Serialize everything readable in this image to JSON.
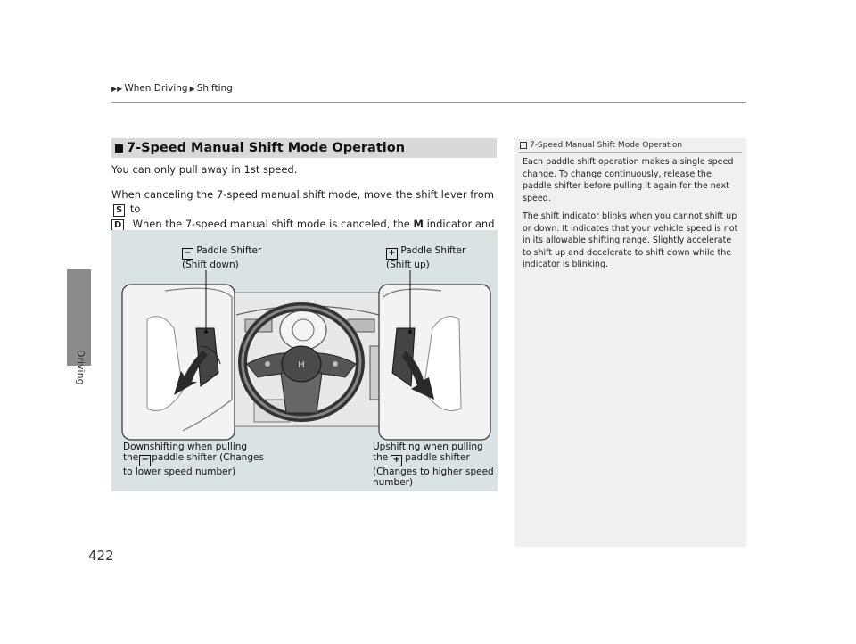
{
  "breadcrumb": [
    "When Driving",
    "Shifting"
  ],
  "sidebar": {
    "section": "Driving"
  },
  "page_number": "422",
  "section": {
    "title": "7-Speed Manual Shift Mode Operation",
    "p1": "You can only pull away in 1st speed.",
    "p2_a": "When canceling the 7-speed manual shift mode, move the shift lever from",
    "p2_key_s": "S",
    "p2_b": "to",
    "p2_key_d": "D",
    "p2_c": ". When the 7-speed manual shift mode is canceled, the",
    "p2_m": "M",
    "p2_d": "indicator and shift indicator will turn off."
  },
  "figure": {
    "left_top_label_1": "Paddle Shifter",
    "left_top_label_2": "(Shift down)",
    "right_top_label_1": "Paddle Shifter",
    "right_top_label_2": "(Shift up)",
    "left_bottom_1": "Downshifting when pulling",
    "left_bottom_2a": "the",
    "left_bottom_2b": "paddle shifter (Changes",
    "left_bottom_3": "to lower speed number)",
    "right_bottom_1": "Upshifting when pulling",
    "right_bottom_2a": "the",
    "right_bottom_2b": "paddle shifter",
    "right_bottom_3": "(Changes to higher speed",
    "right_bottom_4": "number)",
    "minus_symbol": "−",
    "plus_symbol": "+"
  },
  "note": {
    "title": "7-Speed Manual Shift Mode Operation",
    "para1": "Each paddle shift operation makes a single speed change. To change continuously, release the paddle shifter before pulling it again for the next speed.",
    "para2": "The shift indicator blinks when you cannot shift up or down. It indicates that your vehicle speed is not in its allowable shifting range. Slightly accelerate to shift up and decelerate to shift down while the indicator is blinking."
  }
}
